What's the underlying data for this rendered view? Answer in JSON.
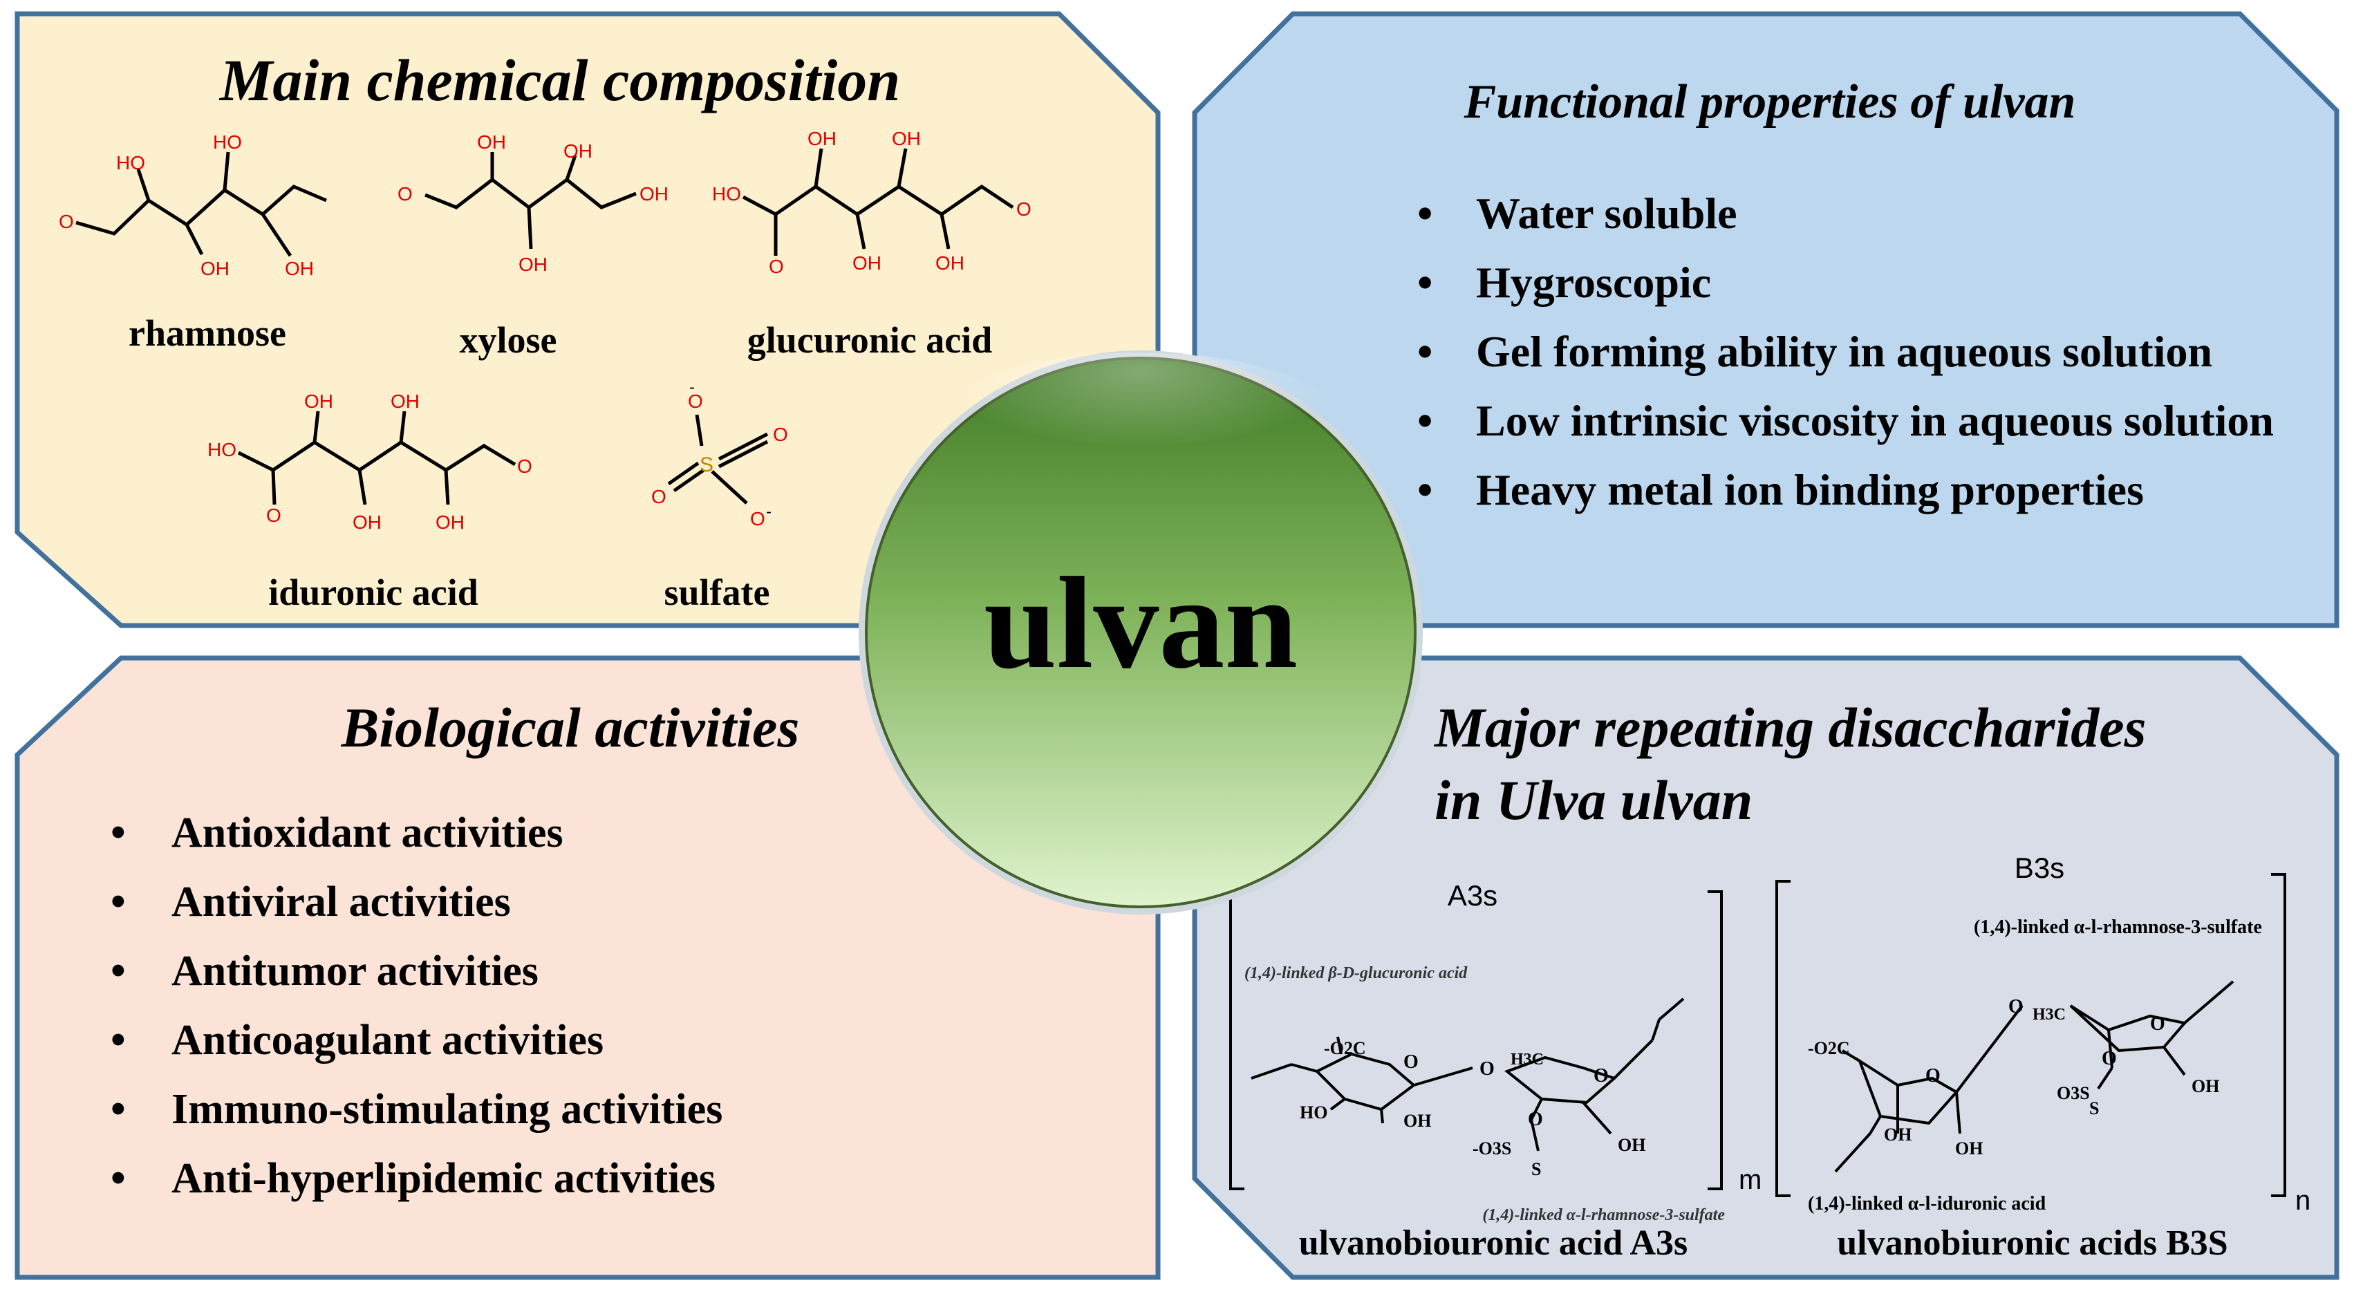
{
  "center": {
    "label": "ulvan"
  },
  "panel_tl": {
    "title": "Main chemical composition",
    "compounds": [
      {
        "name": "rhamnose"
      },
      {
        "name": "xylose"
      },
      {
        "name": "glucuronic acid"
      },
      {
        "name": "iduronic acid"
      },
      {
        "name": "sulfate"
      }
    ],
    "atoms": {
      "ho": "HO",
      "oh": "OH",
      "o": "O",
      "s": "S",
      "neg": "-"
    }
  },
  "panel_tr": {
    "title": "Functional properties of ulvan",
    "items": [
      "Water soluble",
      "Hygroscopic",
      "Gel forming ability in aqueous solution",
      "Low intrinsic viscosity in aqueous solution",
      "Heavy metal ion binding properties"
    ]
  },
  "panel_bl": {
    "title": "Biological activities",
    "items": [
      "Antioxidant activities",
      "Antiviral activities",
      "Antitumor activities",
      "Anticoagulant activities",
      "Immuno-stimulating activities",
      "Anti-hyperlipidemic activities"
    ]
  },
  "panel_br": {
    "title_line1": "Major repeating disaccharides",
    "title_line2": "in Ulva ulvan",
    "a3s": {
      "header": "A3s",
      "top_label": "(1,4)-linked β-D-glucuronic acid",
      "bottom_label": "(1,4)-linked α-l-rhamnose-3-sulfate",
      "caption": "ulvanobiouronic acid A3s",
      "repeat": "m",
      "ring_labels": {
        "o2c": "-O2C",
        "o": "O",
        "ho": "HO",
        "oh": "OH",
        "h3c": "H3C",
        "o3s": "-O3S",
        "s": "S"
      }
    },
    "b3s": {
      "header": "B3s",
      "top_label": "(1,4)-linked α-l-rhamnose-3-sulfate",
      "bottom_label": "(1,4)-linked α-l-iduronic acid",
      "caption": "ulvanobiuronic acids B3S",
      "repeat": "n",
      "ring_labels": {
        "o2c": "-O2C",
        "o": "O",
        "oh": "OH",
        "h3c": "H3C",
        "o3s": "O3S",
        "s": "S"
      }
    }
  },
  "colors": {
    "panel_tl": "#fdf0cf",
    "panel_tr": "#bcd7ee",
    "panel_bl": "#fbe4d7",
    "panel_br": "#d8dde8",
    "border": "#41719c",
    "red": "#e00000",
    "sulfur": "#b8860b",
    "sphere_top": "#4e8a2e",
    "sphere_bottom": "#d6f0bf"
  }
}
